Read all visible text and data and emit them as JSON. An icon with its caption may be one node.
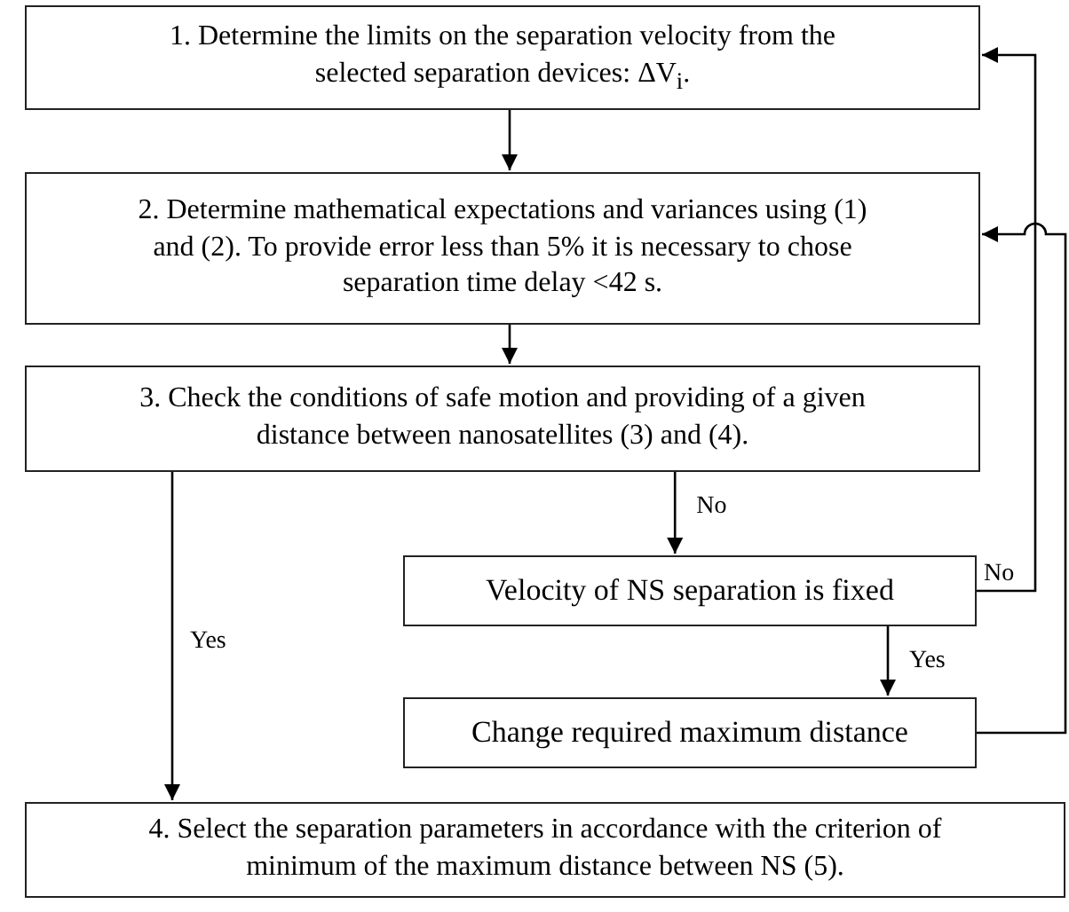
{
  "diagram": {
    "nodes": [
      {
        "text": [
          "1. Determine the limits on the separation velocity from the selected separation devices: ΔV$_{i}$."
        ]
      },
      {
        "text": [
          "2. Determine mathematical expectations and variances using (1) and (2). To provide error less than 5% it is necessary to chose separation time delay <42 s."
        ]
      },
      {
        "text": [
          "3. Check the conditions of safe motion and providing of a given distance between nanosatellites (3) and (4)."
        ]
      },
      {
        "text": [
          "Velocity of NS separation is fixed"
        ]
      },
      {
        "text": [
          "Change required maximum distance"
        ]
      },
      {
        "text": [
          "4. Select the separation parameters in accordance with the criterion of minimum of the maximum distance between NS (5)."
        ]
      }
    ],
    "edges": [
      {
        "from": 0,
        "to": 1,
        "arrow": "to"
      },
      {
        "from": 1,
        "to": 2,
        "arrow": "to"
      },
      {
        "from": 2,
        "to": 3,
        "arrow": "to",
        "label": "No"
      },
      {
        "from": 2,
        "to": 5,
        "arrow": "to",
        "label": "Yes"
      },
      {
        "from": 3,
        "to": 0,
        "arrow": "to",
        "label": "No"
      },
      {
        "from": 3,
        "to": 4,
        "arrow": "to",
        "label": "Yes"
      },
      {
        "from": 4,
        "to": 1,
        "arrow": "to"
      }
    ]
  }
}
